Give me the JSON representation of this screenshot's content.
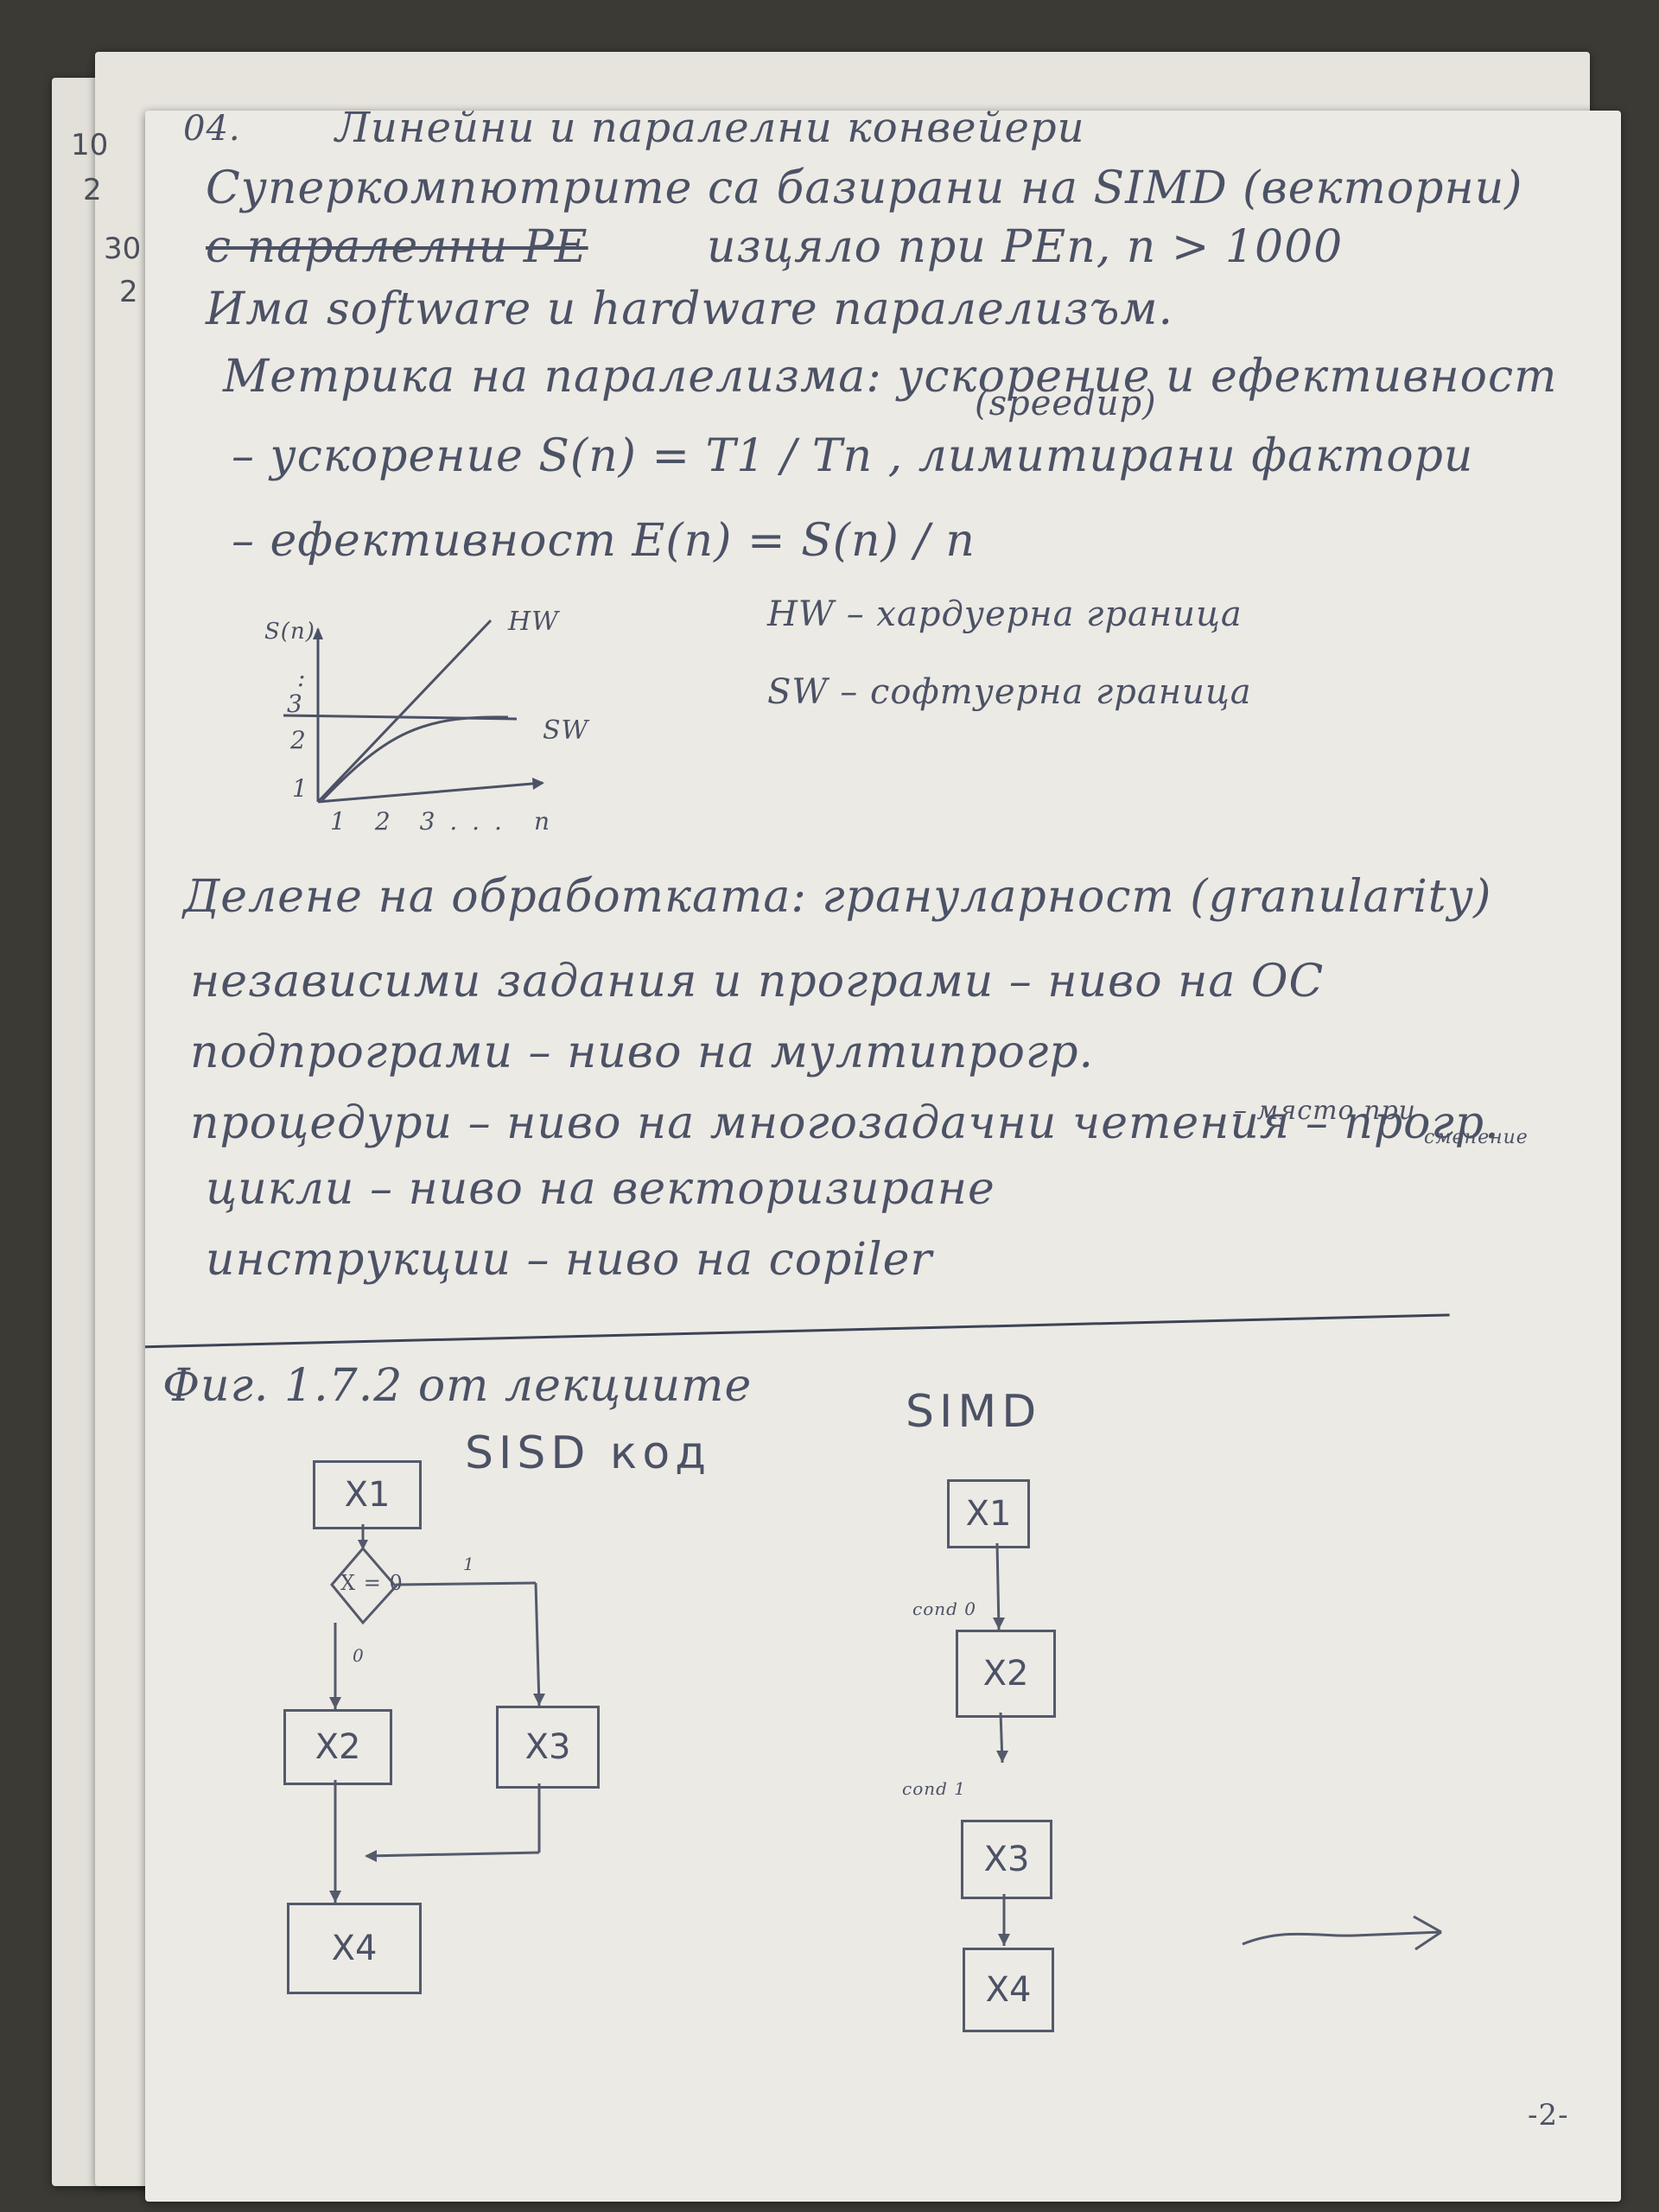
{
  "page_number": "04.",
  "title": "Линейни и паралелни конвейери",
  "lines": [
    "Суперкомпютрите са базирани на SIMD (векторни)",
    "с паралелни PE",
    "изцяло при PEn, n > 1000",
    "Има software и hardware паралелизъм.",
    "Метрика на паралелизма: ускорение и ефективност",
    "(speedup)",
    "– ускорение  S(n) = T1 / Tn , лимитирани фактори",
    "– ефективност   E(n) = S(n) / n",
    "HW – хардуерна граница",
    "SW – софтуерна граница"
  ],
  "graph": {
    "y_label": "S(n)",
    "x_label": "n",
    "y_ticks": [
      "1",
      "2",
      "3",
      ":"
    ],
    "x_ticks": [
      "1",
      "2",
      "3 . . ."
    ],
    "hw_label": "HW",
    "sw_label": "SW"
  },
  "granularity": {
    "heading": "Делене на обработката: грануларност (granularity)",
    "items": [
      "независими задания и програми – ниво на ОС",
      "подпрограми – ниво на мултипрогр.",
      "процедури – ниво на многозадачни четения – прогр.",
      "– място при",
      "сменение",
      "цикли – ниво на векторизиране",
      "инструкции – ниво на copiler"
    ]
  },
  "figure": {
    "caption": "Фиг. 1.7.2 от лекциите",
    "sisd_title": "SISD код",
    "simd_title": "SIMD",
    "decision": "X = 0",
    "branch_true": "1",
    "branch_false": "0",
    "sisd_boxes": [
      "X1",
      "X2",
      "X3",
      "X4"
    ],
    "simd_boxes": [
      "X1",
      "X2",
      "X3",
      "X4"
    ],
    "simd_notes": [
      "cond 0",
      "cond 1"
    ]
  },
  "margin_notes": [
    "10",
    "2",
    "30",
    "2"
  ],
  "footer_page": "-2-"
}
